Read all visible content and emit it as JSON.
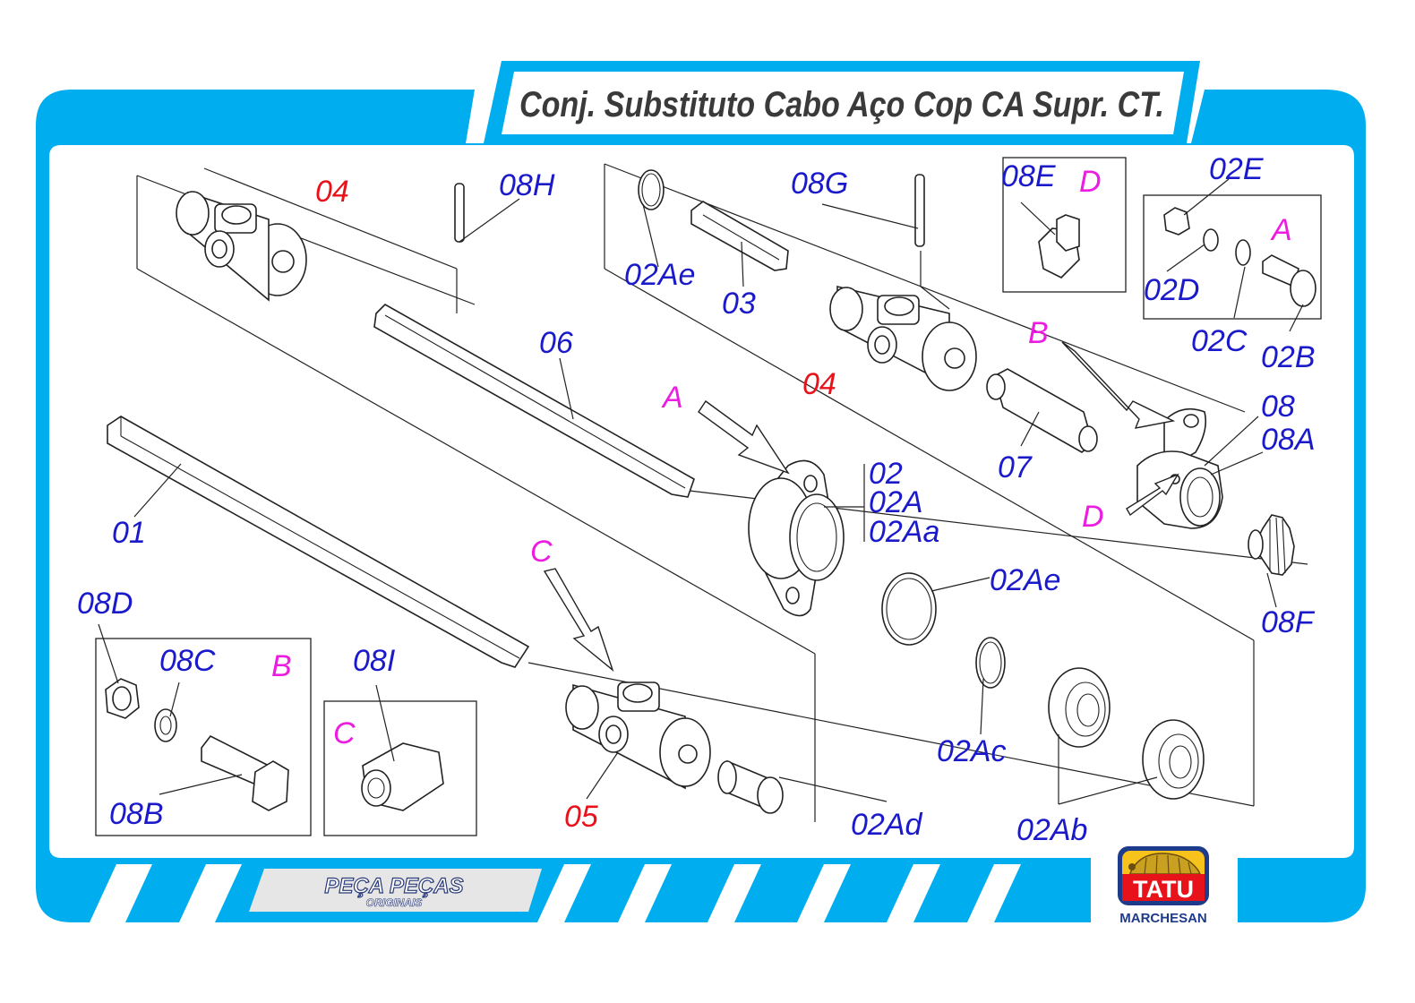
{
  "title": "Conj. Substituto Cabo Aço Cop CA Supr. CT.",
  "colors": {
    "frame": "#00aeef",
    "part_label": "#1a1acb",
    "joint_label": "#e8121b",
    "detail_letter": "#ec1ce0"
  },
  "labels": {
    "p04a": "04",
    "p08H": "08H",
    "p08G": "08G",
    "p02Ae_top": "02Ae",
    "p03": "03",
    "p04b": "04",
    "p06": "06",
    "p01": "01",
    "p07": "07",
    "p02": "02",
    "p02A": "02A",
    "p02Aa": "02Aa",
    "p02Ae": "02Ae",
    "p02Ac": "02Ac",
    "p02Ab": "02Ab",
    "p02Ad": "02Ad",
    "p05": "05",
    "p08": "08",
    "p08A": "08A",
    "p08F": "08F",
    "p08D": "08D",
    "p08C": "08C",
    "p08B": "08B",
    "p08I": "08I",
    "p08E": "08E",
    "p02E": "02E",
    "p02D": "02D",
    "p02C": "02C",
    "p02B": "02B"
  },
  "detail_letters": {
    "arrow_A": "A",
    "arrow_B": "B",
    "arrow_C": "C",
    "arrow_D": "D",
    "box_A": "A",
    "box_B": "B",
    "box_C": "C",
    "box_D": "D"
  },
  "footer": {
    "brand_peca": "PEÇA PEÇAS",
    "brand_originais": "ORIGINAIS",
    "logo_name": "TATU",
    "logo_company": "MARCHESAN",
    "logo_icon": "armadillo-icon"
  }
}
